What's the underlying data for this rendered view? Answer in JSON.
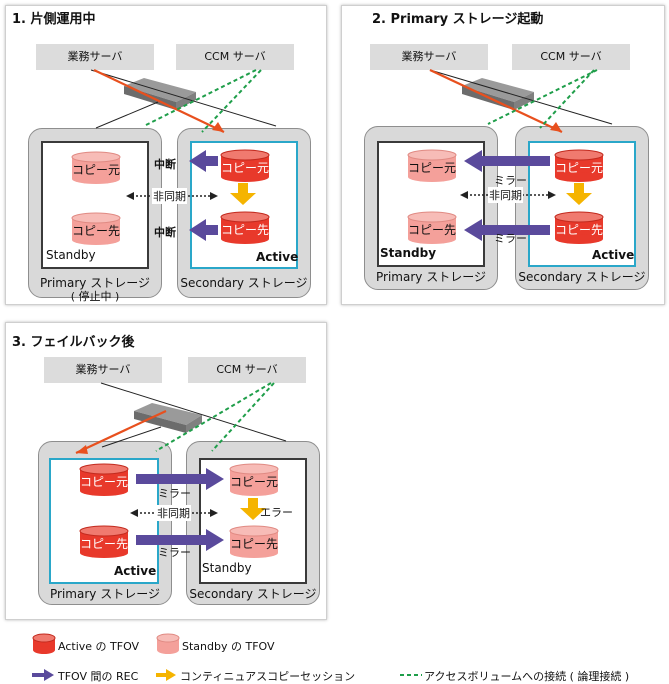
{
  "panel1": {
    "title": "1. 片側運用中",
    "server_left": "業務サーバ",
    "server_right": "CCM サーバ",
    "primary_label": "Primary ストレージ",
    "primary_sub": "( 停止中 )",
    "secondary_label": "Secondary ストレージ",
    "left_state": "Standby",
    "right_state": "Active",
    "disk_src": "コピー元",
    "disk_dst": "コピー先",
    "label_top": "中断",
    "label_mid": "非同期",
    "label_bottom": "中断"
  },
  "panel2": {
    "title": "2. Primary ストレージ起動",
    "server_left": "業務サーバ",
    "server_right": "CCM サーバ",
    "primary_label": "Primary ストレージ",
    "secondary_label": "Secondary ストレージ",
    "left_state": "Standby",
    "right_state": "Active",
    "disk_src": "コピー元",
    "disk_dst": "コピー先",
    "label_top": "ミラー",
    "label_mid": "非同期",
    "label_bottom": "ミラー"
  },
  "panel3": {
    "title": "3. フェイルバック後",
    "server_left": "業務サーバ",
    "server_right": "CCM サーバ",
    "primary_label": "Primary ストレージ",
    "secondary_label": "Secondary ストレージ",
    "left_state": "Active",
    "right_state": "Standby",
    "disk_src": "コピー元",
    "disk_dst": "コピー先",
    "label_top": "ミラー",
    "label_mid": "非同期",
    "label_bottom": "ミラー",
    "label_error": "エラー"
  },
  "legend": {
    "active_tfov": "Active の TFOV",
    "standby_tfov": "Standby の TFOV",
    "rec": "TFOV 間の REC",
    "copy_session": "コンティニュアスコピーセッション",
    "access_volume": "アクセスボリュームへの接続 ( 論理接続 )"
  },
  "colors": {
    "active": "#e8392b",
    "standby": "#f4a09a",
    "rec_arrow": "#5a4a9c",
    "copy_arrow": "#f5b400",
    "access_line": "#1f9e4a",
    "host_line": "#e8501e",
    "frame_blue": "#2aa7c9",
    "frame_dark": "#3a3a3a"
  }
}
